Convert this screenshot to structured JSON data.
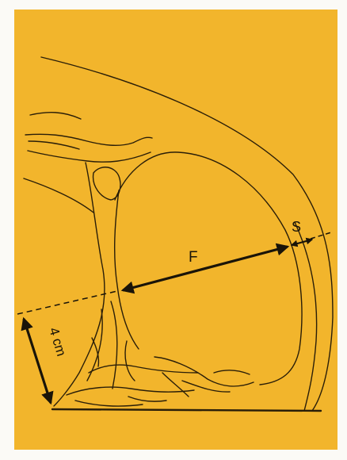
{
  "diagram": {
    "labels": {
      "fat_thickness": "F",
      "skin_thickness": "S",
      "distance": "4 cm"
    },
    "colors": {
      "background": "#f2b52c",
      "line": "#2a1e08",
      "border": "#fbfaf6"
    }
  }
}
